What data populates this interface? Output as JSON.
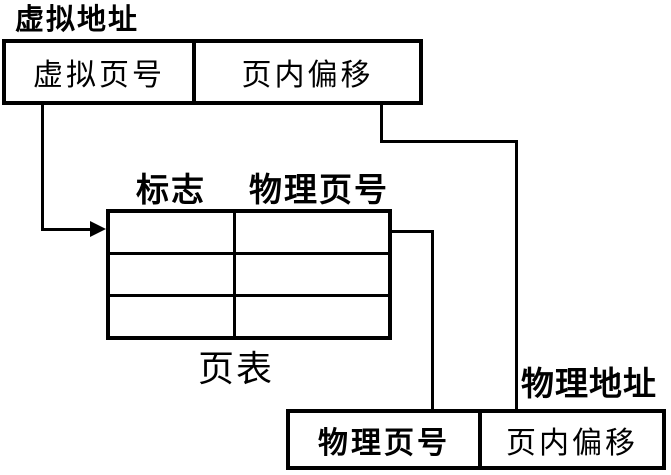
{
  "page": {
    "background": "#ffffff",
    "line_color": "#000000"
  },
  "virtual_address": {
    "label": "虚拟地址",
    "fields": {
      "page_number": "虚拟页号",
      "offset": "页内偏移"
    }
  },
  "page_table": {
    "column_headers": [
      "标志",
      "物理页号"
    ],
    "caption": "页表",
    "row_count": 3,
    "rows": [
      [
        "",
        ""
      ],
      [
        "",
        ""
      ],
      [
        "",
        ""
      ]
    ]
  },
  "physical_address": {
    "label": "物理地址",
    "fields": {
      "page_number": "物理页号",
      "offset": "页内偏移"
    }
  }
}
